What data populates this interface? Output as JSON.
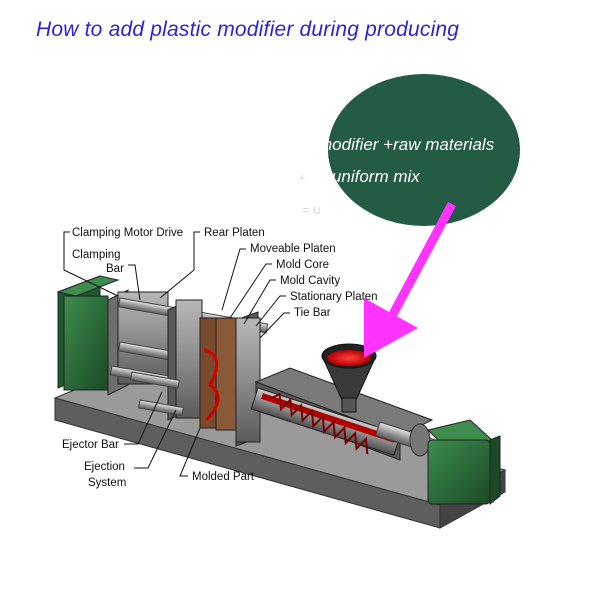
{
  "title": "How to add plastic modifier during  producing",
  "bubble": {
    "line1": "modifier +raw materials",
    "line2": "=uniform mix",
    "ghost1": "+",
    "ghost2": "= u",
    "fill_color": "#245b45"
  },
  "arrow_color": "#ff33ff",
  "machine_labels": {
    "clamping_motor_drive": "Clamping Motor Drive",
    "rear_platen": "Rear Platen",
    "clamping_bar_1": "Clamping",
    "clamping_bar_2": "Bar",
    "moveable_platen": "Moveable Platen",
    "mold_core": "Mold Core",
    "mold_cavity": "Mold Cavity",
    "stationary_platen": "Stationary Platen",
    "tie_bar": "Tie Bar",
    "ejector_bar": "Ejector Bar",
    "ejection_system_1": "Ejection",
    "ejection_system_2": "System",
    "molded_part": "Molded Part"
  }
}
